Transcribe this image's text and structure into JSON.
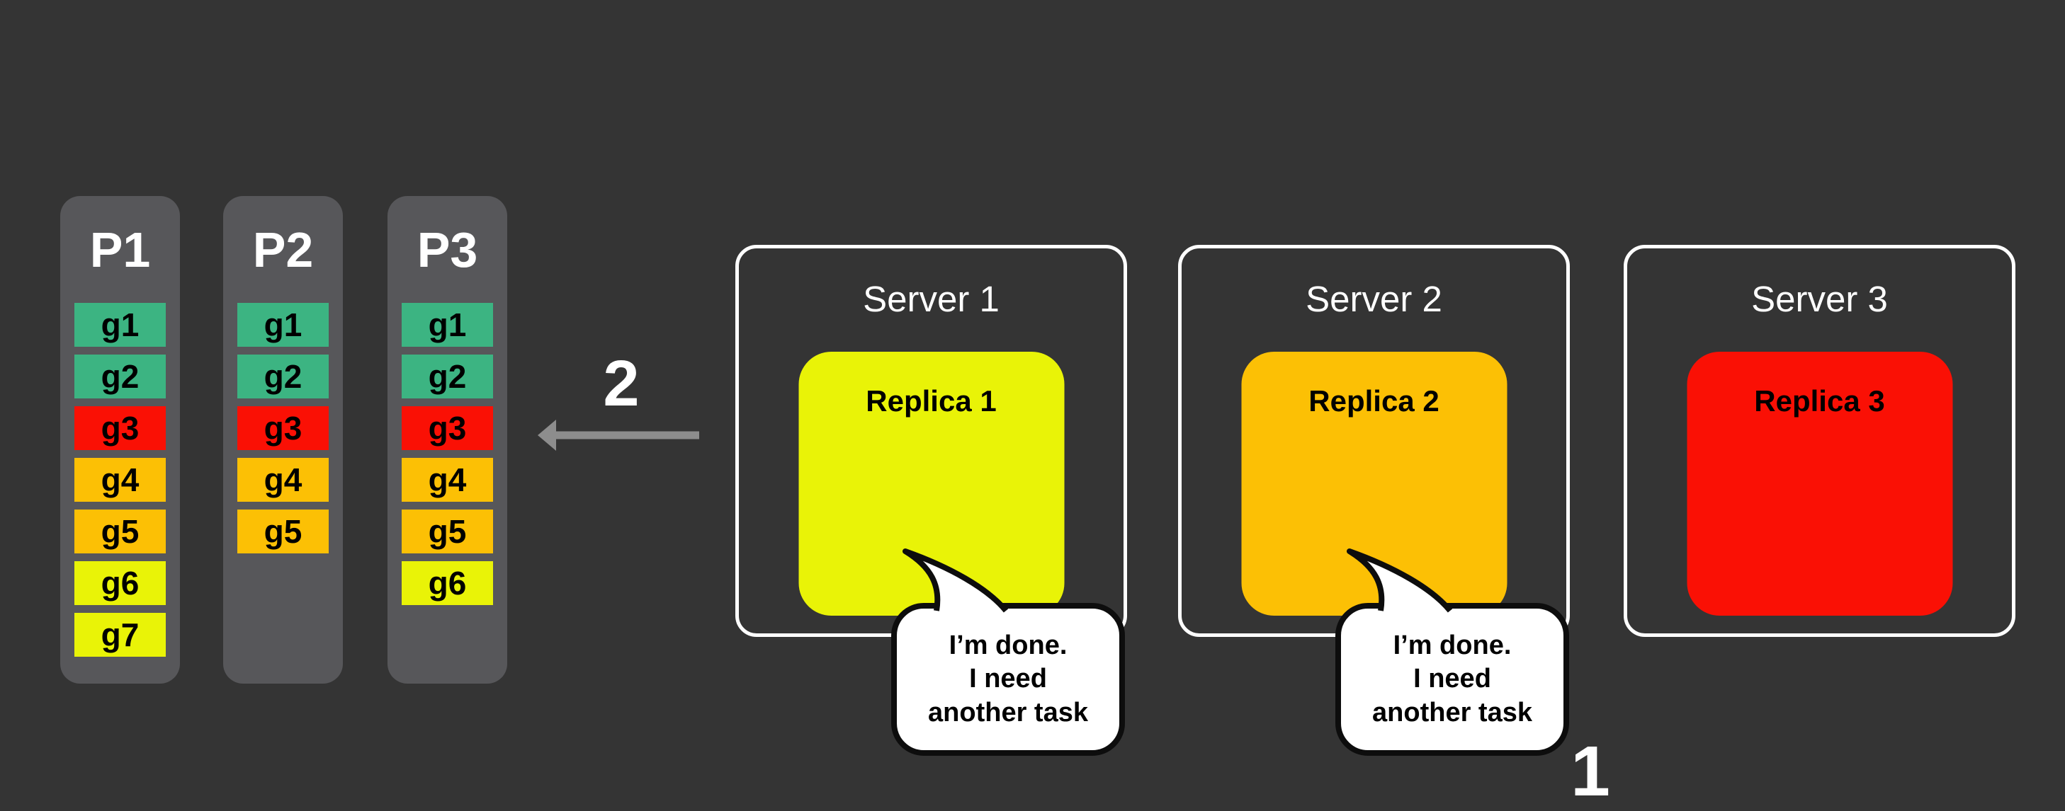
{
  "palette": {
    "background": "#343434",
    "partition_bg": "#57575a",
    "green": "#3cb482",
    "red": "#fa1005",
    "amber": "#fcc005",
    "yellow": "#e9f307",
    "arrow": "#8d8d8d",
    "server_border": "#ffffff",
    "bubble_bg": "#ffffff",
    "bubble_border": "#0d0d0d",
    "text_light": "#ffffff",
    "text_dark": "#000000"
  },
  "partitions": [
    {
      "title": "P1",
      "tasks": [
        {
          "label": "g1",
          "color": "#3cb482"
        },
        {
          "label": "g2",
          "color": "#3cb482"
        },
        {
          "label": "g3",
          "color": "#fa1005"
        },
        {
          "label": "g4",
          "color": "#fcc005"
        },
        {
          "label": "g5",
          "color": "#fcc005"
        },
        {
          "label": "g6",
          "color": "#e9f307"
        },
        {
          "label": "g7",
          "color": "#e9f307"
        }
      ]
    },
    {
      "title": "P2",
      "tasks": [
        {
          "label": "g1",
          "color": "#3cb482"
        },
        {
          "label": "g2",
          "color": "#3cb482"
        },
        {
          "label": "g3",
          "color": "#fa1005"
        },
        {
          "label": "g4",
          "color": "#fcc005"
        },
        {
          "label": "g5",
          "color": "#fcc005"
        }
      ]
    },
    {
      "title": "P3",
      "tasks": [
        {
          "label": "g1",
          "color": "#3cb482"
        },
        {
          "label": "g2",
          "color": "#3cb482"
        },
        {
          "label": "g3",
          "color": "#fa1005"
        },
        {
          "label": "g4",
          "color": "#fcc005"
        },
        {
          "label": "g5",
          "color": "#fcc005"
        },
        {
          "label": "g6",
          "color": "#e9f307"
        }
      ]
    }
  ],
  "servers": [
    {
      "title": "Server 1",
      "replica": {
        "label": "Replica 1",
        "color": "#e9f307"
      }
    },
    {
      "title": "Server 2",
      "replica": {
        "label": "Replica 2",
        "color": "#fcc005"
      }
    },
    {
      "title": "Server 3",
      "replica": {
        "label": "Replica 3",
        "color": "#fa1005"
      }
    }
  ],
  "speech": {
    "lines": [
      "I’m done.",
      "I need",
      "another task"
    ]
  },
  "annotations": {
    "step1": "1",
    "step2": "2"
  }
}
